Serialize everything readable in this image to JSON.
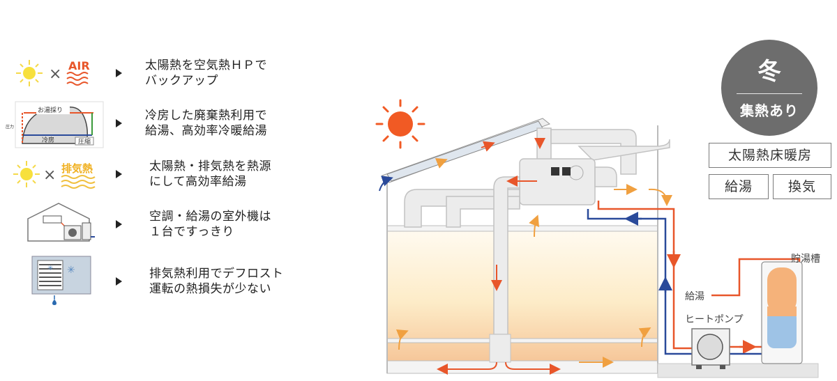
{
  "features": [
    {
      "icon": "sun-air-icon",
      "icon_text": "AIR",
      "lines": [
        "太陽熱を空気熱ＨＰで",
        "バックアップ"
      ]
    },
    {
      "icon": "heat-pump-cycle-chart-icon",
      "chart_labels": [
        "お湯採り",
        "冷房",
        "圧縮",
        "圧力"
      ],
      "lines": [
        "冷房した廃棄熱利用で",
        "給湯、高効率冷暖給湯"
      ]
    },
    {
      "icon": "sun-exhaust-heat-icon",
      "icon_text": "排気熱",
      "lines": [
        "太陽熱・排気熱を熱源",
        "にして高効率給湯"
      ]
    },
    {
      "icon": "outdoor-unit-house-icon",
      "lines": [
        "空調・給湯の室外機は",
        "１台ですっきり"
      ]
    },
    {
      "icon": "defrost-unit-icon",
      "lines": [
        "排気熱利用でデフロスト",
        "運転の熱損失が少ない"
      ]
    }
  ],
  "badge": {
    "season": "冬",
    "mode": "集熱あり"
  },
  "functions": [
    "太陽熱床暖房",
    "給湯",
    "換気"
  ],
  "diagram": {
    "tank_label": "貯湯槽",
    "supply_label": "給湯",
    "heatpump_label": "ヒートポンプ"
  },
  "colors": {
    "hot": "#e8562a",
    "cold": "#2a4a9a",
    "warm": "#f0a040",
    "sun": "#f15a24",
    "badge": "#6d6d6d",
    "tank_top": "#f5b27a",
    "tank_bottom": "#9ec3e6"
  }
}
